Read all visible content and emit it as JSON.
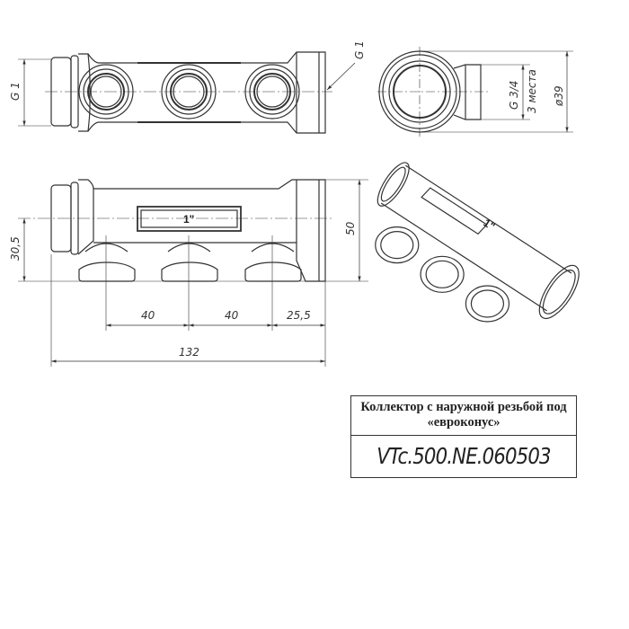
{
  "drawing": {
    "top_view": {
      "dim_inlet": "G 1",
      "dim_outlet": "G 1"
    },
    "side_view": {
      "dim_port_thread": "G 3/4",
      "dim_port_count": "3 места",
      "dim_diameter": "ø39"
    },
    "front_view": {
      "size_label": "1\"",
      "dim_axis_height": "30,5",
      "dim_total_height": "50",
      "dim_pitch_1": "40",
      "dim_pitch_2": "40",
      "dim_end_offset": "25,5",
      "dim_total_length": "132"
    },
    "iso_view": {
      "size_label": "1\""
    }
  },
  "title_block": {
    "name": "Коллектор с наружной резьбой под «евроконус»",
    "code": "VTc.500.NE.060503"
  }
}
